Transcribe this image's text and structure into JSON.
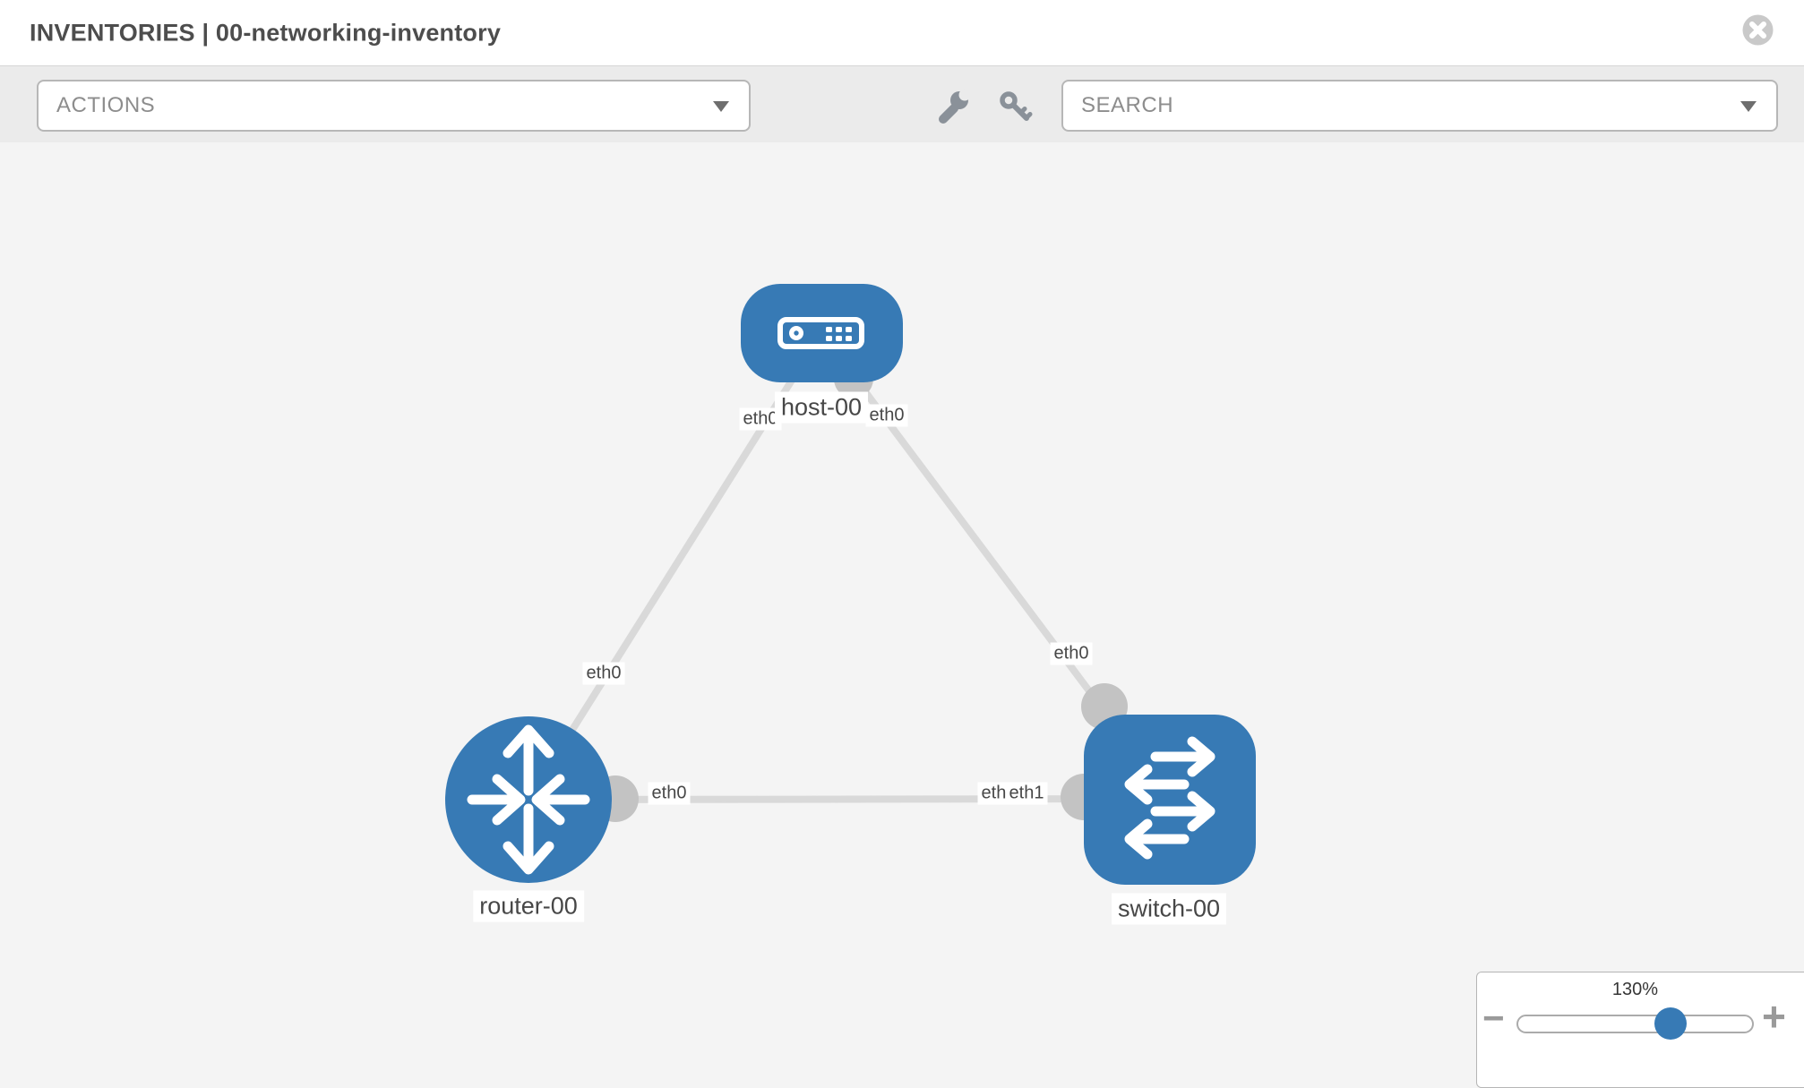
{
  "header": {
    "title": "INVENTORIES | 00-networking-inventory"
  },
  "toolbar": {
    "actions_label": "ACTIONS",
    "search_label": "SEARCH"
  },
  "topology": {
    "nodes": [
      {
        "name": "host-00",
        "type": "host"
      },
      {
        "name": "router-00",
        "type": "router"
      },
      {
        "name": "switch-00",
        "type": "switch"
      }
    ],
    "links": [
      {
        "from": "host-00",
        "to": "router-00"
      },
      {
        "from": "host-00",
        "to": "switch-00"
      },
      {
        "from": "router-00",
        "to": "switch-00"
      }
    ],
    "interface_labels": {
      "host_left": "eth0",
      "host_right": "eth0",
      "link_host_router": "eth0",
      "link_host_switch": "eth0",
      "router_port": "eth0",
      "switch_port_under": "eth0",
      "switch_port_top": "eth1"
    }
  },
  "zoom_control": {
    "level": "130%",
    "minus_label": "−",
    "plus_label": "+"
  },
  "colors": {
    "node_blue": "#377ab5",
    "port_gray": "#c3c3c3",
    "link_gray": "#d9d9d9",
    "icon_gray": "#8a9199"
  }
}
